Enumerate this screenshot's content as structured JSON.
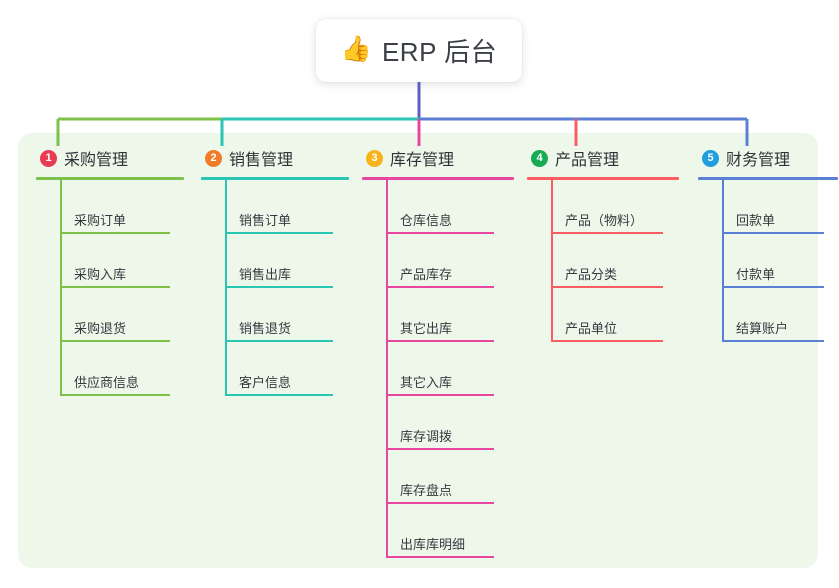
{
  "root": {
    "icon": "thumbs-up-icon",
    "icon_glyph": "👍",
    "title": "ERP 后台",
    "connector_color": "#5b61c4"
  },
  "panel": {
    "background": "#eef8ea"
  },
  "columns": [
    {
      "index": "1",
      "title": "采购管理",
      "color": "#7cc14b",
      "badge_color": "#ea3b55",
      "items": [
        "采购订单",
        "采购入库",
        "采购退货",
        "供应商信息"
      ]
    },
    {
      "index": "2",
      "title": "销售管理",
      "color": "#2bc5b4",
      "badge_color": "#f07c28",
      "items": [
        "销售订单",
        "销售出库",
        "销售退货",
        "客户信息"
      ]
    },
    {
      "index": "3",
      "title": "库存管理",
      "color": "#e8479f",
      "badge_color": "#f7b319",
      "items": [
        "仓库信息",
        "产品库存",
        "其它出库",
        "其它入库",
        "库存调拨",
        "库存盘点",
        "出库库明细"
      ]
    },
    {
      "index": "4",
      "title": "产品管理",
      "color": "#fb5d63",
      "badge_color": "#17ab54",
      "items": [
        "产品（物料）",
        "产品分类",
        "产品单位"
      ]
    },
    {
      "index": "5",
      "title": "财务管理",
      "color": "#5b7fd4",
      "badge_color": "#1f9fe0",
      "items": [
        "回款单",
        "付款单",
        "结算账户"
      ]
    }
  ]
}
